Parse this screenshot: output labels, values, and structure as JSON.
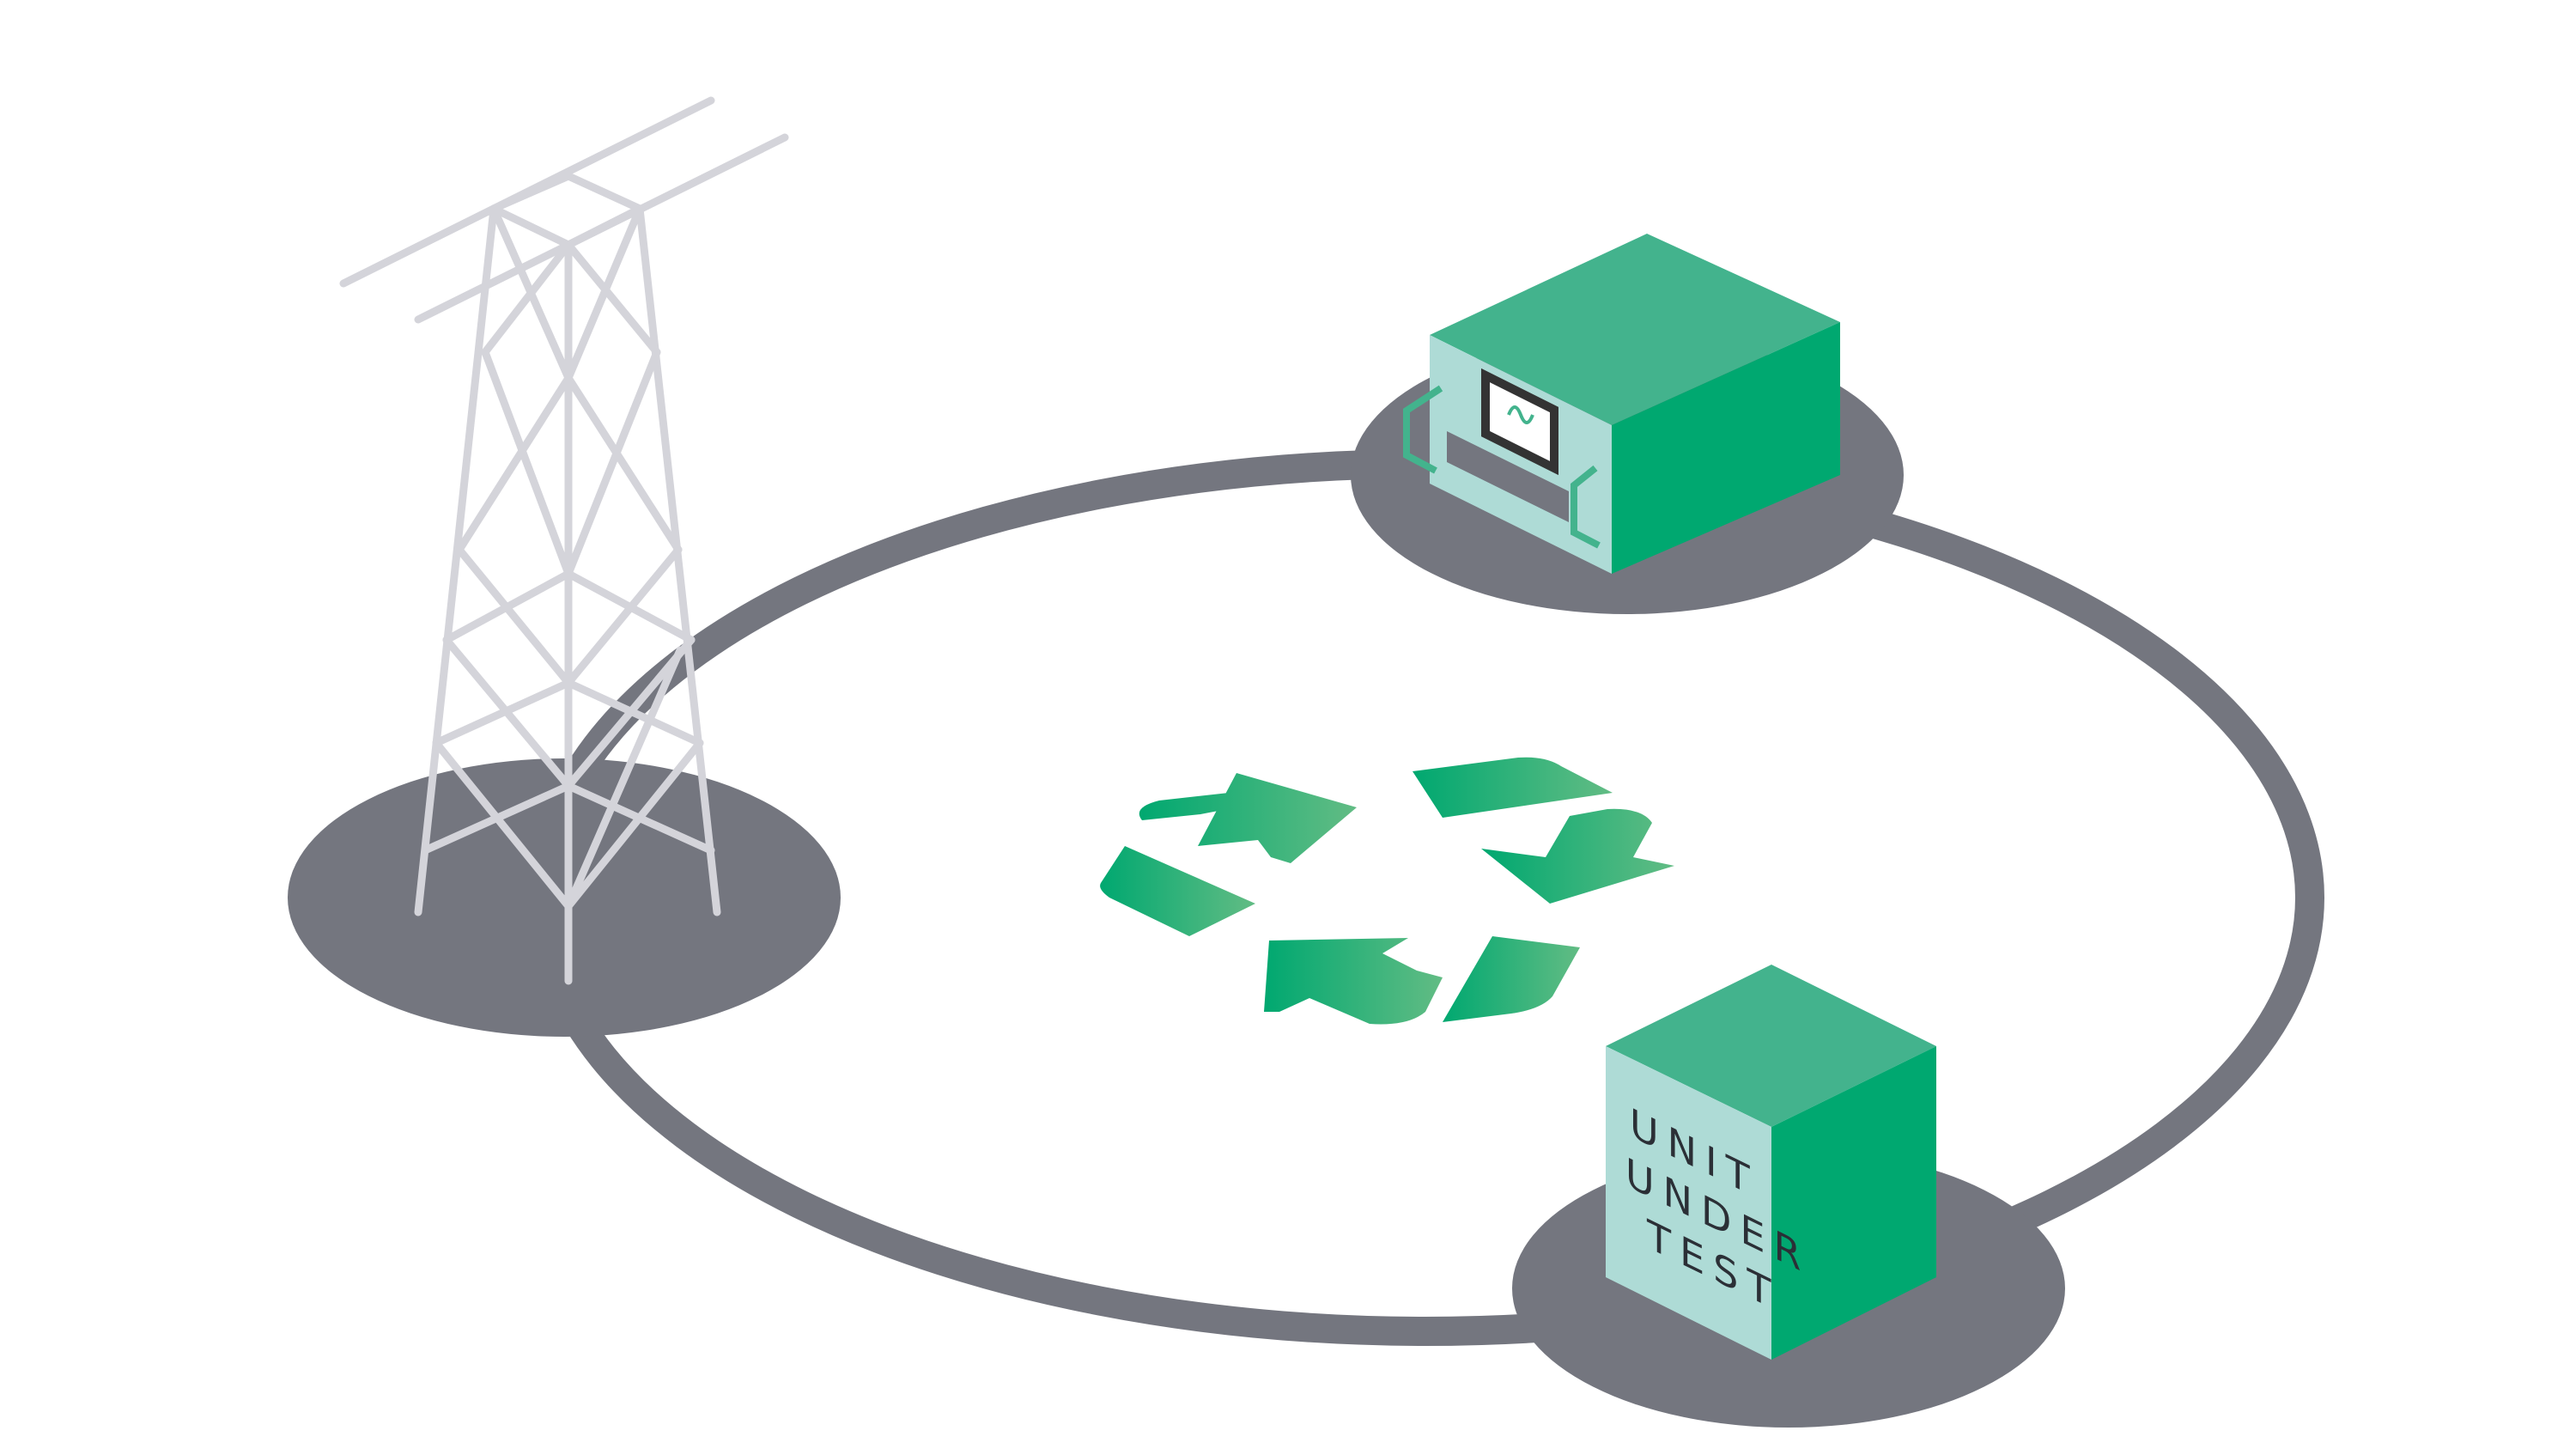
{
  "unit_label": {
    "line1": "UNIT",
    "line2": "UNDER",
    "line3": "TEST"
  },
  "colors": {
    "loop": "#74767f",
    "platform": "#74767f",
    "tower": "#d4d4da",
    "cube_top": "#43b38d",
    "cube_right": "#00a870",
    "cube_front": "#aedbd6",
    "arrow_dark": "#00a870",
    "arrow_light": "#62bc84",
    "screen_border": "#333333"
  },
  "icons": {
    "tower": "transmission-tower-icon",
    "power_supply": "regenerative-power-supply-icon",
    "unit_under_test": "unit-under-test-icon",
    "recycle": "recycle-arrows-icon",
    "waveform": "sine-wave-icon"
  }
}
